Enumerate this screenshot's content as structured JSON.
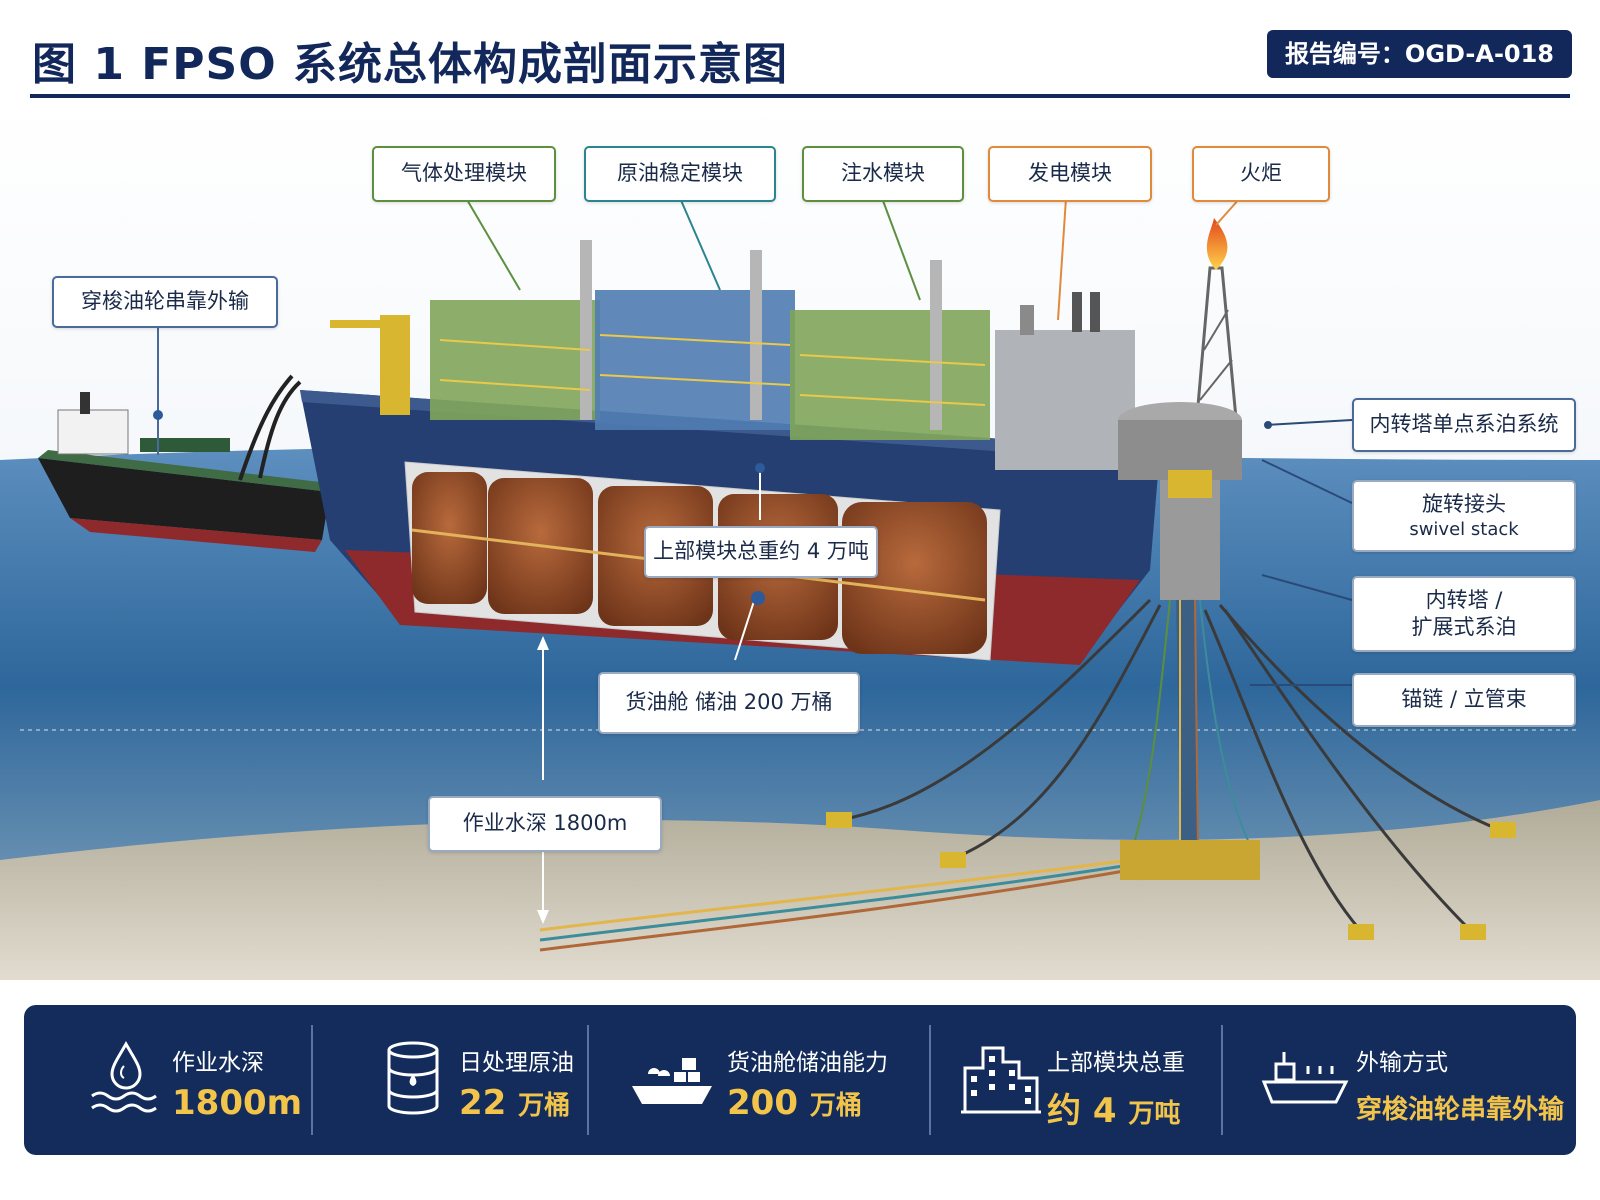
{
  "header": {
    "title": "图 1  FPSO 系统总体构成剖面示意图",
    "report_id": "报告编号：OGD-A-018"
  },
  "diagram": {
    "top_modules": [
      {
        "label": "气体处理模块",
        "color": "#5c9040"
      },
      {
        "label": "原油稳定模块",
        "color": "#2c8490"
      },
      {
        "label": "注水模块",
        "color": "#5c9040"
      },
      {
        "label": "发电模块",
        "color": "#e08a3c"
      },
      {
        "label": "火炬",
        "color": "#e08a3c"
      }
    ],
    "shuttle_tanker": "穿梭油轮串靠外输",
    "right_callouts": [
      {
        "line1": "内转塔单点系泊系统",
        "line2": ""
      },
      {
        "line1": "旋转接头",
        "line2": "swivel stack"
      },
      {
        "line1": "内转塔 /",
        "line2": "扩展式系泊"
      },
      {
        "line1": "锚链 / 立管束",
        "line2": ""
      }
    ],
    "topside_weight": "上部模块总重约 4 万吨",
    "cargo_storage": "货油舱  储油 200 万桶",
    "water_depth": "作业水深 1800m"
  },
  "stats": [
    {
      "label": "作业水深",
      "value": "1800m",
      "unit": "",
      "icon": "water-drop-waves-icon"
    },
    {
      "label": "日处理原油",
      "value": "22",
      "unit": "万桶",
      "icon": "oil-barrel-icon"
    },
    {
      "label": "货油舱储油能力",
      "value": "200",
      "unit": "万桶",
      "icon": "cargo-ship-icon"
    },
    {
      "label": "上部模块总重",
      "value": "约 4",
      "unit": "万吨",
      "icon": "industrial-plant-icon"
    },
    {
      "label": "外输方式",
      "value": "穿梭油轮串靠外输",
      "unit": "",
      "icon": "tanker-ship-icon"
    }
  ],
  "colors": {
    "navy": "#13285a",
    "accent_gold": "#f3c44a",
    "hull_blue": "#263f72",
    "hull_red": "#8e2a2c",
    "sea": "#3c74a4",
    "seabed": "#cfc4ae"
  }
}
